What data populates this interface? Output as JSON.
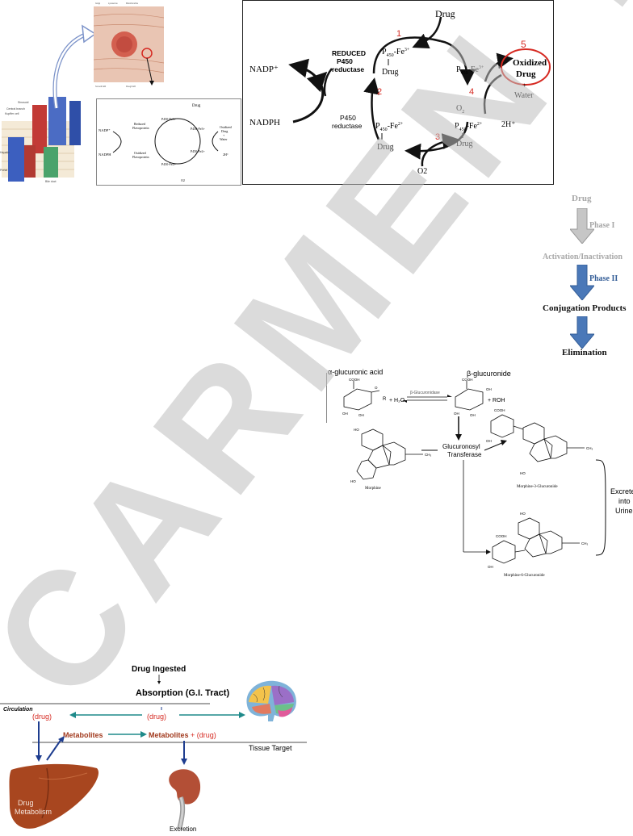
{
  "cyp_cycle": {
    "drug": "Drug",
    "nadp_plus": "NADP⁺",
    "nadph": "NADPH",
    "reduced_reductase": [
      "REDUCED",
      "P450",
      "reductase"
    ],
    "reductase": [
      "P450",
      "reductase"
    ],
    "p450_fe3": "P450-Fe3+",
    "p450_fe2": "P450-Fe2+",
    "bound_drug": "Drug",
    "oxygen": "O2",
    "two_h_plus": "2H⁺",
    "oxidized_drug": [
      "Oxidized",
      "Drug"
    ],
    "plus_water": [
      "+",
      "Water"
    ],
    "steps": [
      "1",
      "2",
      "3",
      "4",
      "5"
    ]
  },
  "small_cycle": {
    "drug": "Drug",
    "nadp": "NADP⁺",
    "nadph": "NADPH",
    "reduced_flavoprotein": [
      "Reduced",
      "Flavoprotein"
    ],
    "oxidized_flavoprotein": [
      "Oxidized",
      "Flavoprotein"
    ],
    "oxidized_drug": [
      "Oxidized",
      "Drug",
      "+",
      "Water"
    ],
    "two_h": "2H⁺",
    "o2": "O2"
  },
  "phases": {
    "drug": "Drug",
    "phase1": "Phase I",
    "activation": "Activation/Inactivation",
    "phase2": "Phase II",
    "conjugation": "Conjugation Products",
    "elimination": "Elimination"
  },
  "glucuronide": {
    "alpha": "α-glucuronic acid",
    "beta": "β-glucuronide",
    "beta_glucuronidase": "β-Glucuronidase",
    "h2o": "+ H₂O",
    "roh": "+ ROH",
    "transferase": [
      "Glucuronosyl",
      "Transferase"
    ],
    "morphine": "Morphine",
    "m3g": "Morphine-3-Glucuronide",
    "m6g": "Morphine-6-Glucuronide",
    "excreted": [
      "Excreted",
      "into",
      "Urine"
    ]
  },
  "absorption": {
    "ingested": "Drug Ingested",
    "absorption": "Absorption (G.I. Tract)",
    "circulation": "Circulation",
    "drug_left": "(drug)",
    "drug_center": "(drug)",
    "metabolites_left": "Metabolites",
    "metabolites_center": "Metabolites",
    "plus_drug": "+ (drug)",
    "tissue_target": "Tissue Target",
    "liver_label": [
      "Drug",
      "Metabolism"
    ],
    "kidney_label": "Excretion"
  },
  "watermark": "CARMEN TO",
  "colors": {
    "red": "#d62a22",
    "arrow_blue": "#4a78b8",
    "teal": "#1e8a8a",
    "grey": "#a7a7a7",
    "liver": "#a8461f",
    "navy": "#1e3d8f"
  }
}
